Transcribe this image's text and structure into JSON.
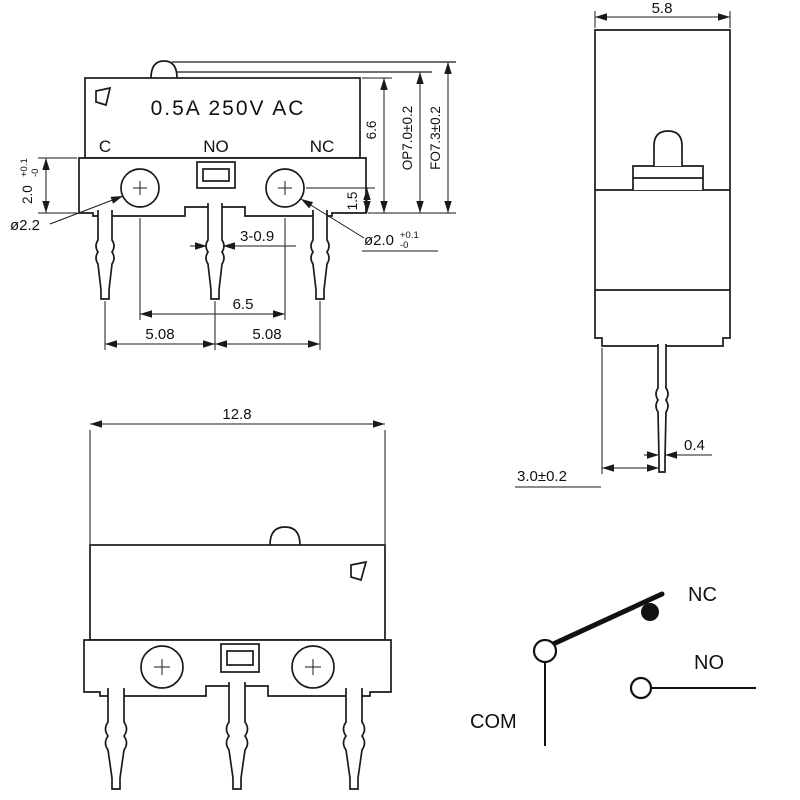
{
  "front_view": {
    "rating": "0.5A 250V AC",
    "terminal_c": "C",
    "terminal_no": "NO",
    "terminal_nc": "NC",
    "dims": {
      "base_height": "2.0",
      "base_height_tol_up": "+0.1",
      "base_height_tol_dn": "-0",
      "hole_left_dia": "ø2.2",
      "pin_width": "3-0.9",
      "hole_right_dia": "ø2.0",
      "hole_right_tol_up": "+0.1",
      "hole_right_tol_dn": "-0",
      "hole_spacing": "6.5",
      "pin_pitch_left": "5.08",
      "pin_pitch_right": "5.08",
      "body_height": "6.6",
      "hole_to_bottom": "1.5",
      "op_height": "OP7.0±0.2",
      "fo_height": "FO7.3±0.2"
    }
  },
  "side_view": {
    "dims": {
      "width": "5.8",
      "pin_offset": "3.0±0.2",
      "pin_thickness": "0.4"
    }
  },
  "bottom_view": {
    "dims": {
      "width": "12.8"
    }
  },
  "schematic": {
    "nc_label": "NC",
    "no_label": "NO",
    "com_label": "COM"
  }
}
